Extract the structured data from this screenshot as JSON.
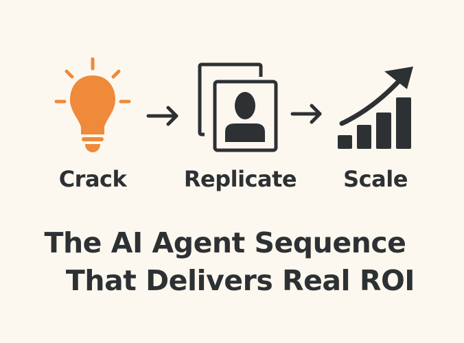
{
  "steps": [
    {
      "label": "Crack",
      "icon": "lightbulb-icon"
    },
    {
      "label": "Replicate",
      "icon": "duplicate-profile-icon"
    },
    {
      "label": "Scale",
      "icon": "growth-chart-icon"
    }
  ],
  "title": {
    "line1": "The AI Agent Sequence",
    "line2": "That Delivers Real ROI"
  },
  "colors": {
    "background": "#fdf8ef",
    "accent": "#ef8a3a",
    "dark": "#2d3134"
  }
}
